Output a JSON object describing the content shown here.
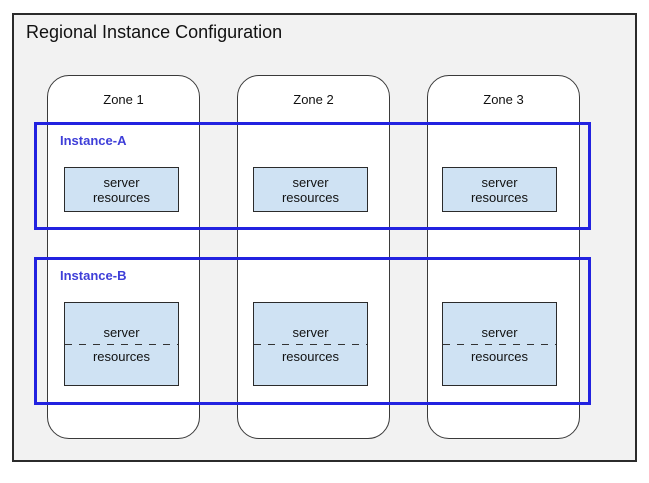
{
  "title": "Regional Instance Configuration",
  "zones": [
    {
      "label": "Zone 1"
    },
    {
      "label": "Zone 2"
    },
    {
      "label": "Zone 3"
    }
  ],
  "instances": [
    {
      "label": "Instance-A",
      "style": "solid",
      "server_boxes": [
        {
          "line1": "server",
          "line2": "resources"
        },
        {
          "line1": "server",
          "line2": "resources"
        },
        {
          "line1": "server",
          "line2": "resources"
        }
      ]
    },
    {
      "label": "Instance-B",
      "style": "split-dashed",
      "server_boxes": [
        {
          "line1": "server",
          "line2": "resources"
        },
        {
          "line1": "server",
          "line2": "resources"
        },
        {
          "line1": "server",
          "line2": "resources"
        }
      ]
    }
  ],
  "colors": {
    "frame_background": "#f2f2f2",
    "zone_background": "#ffffff",
    "server_box_background": "#cfe2f3",
    "instance_border": "#2222e0",
    "instance_label_text": "#3e3ed8",
    "outline_dark": "#2b2b2b"
  }
}
